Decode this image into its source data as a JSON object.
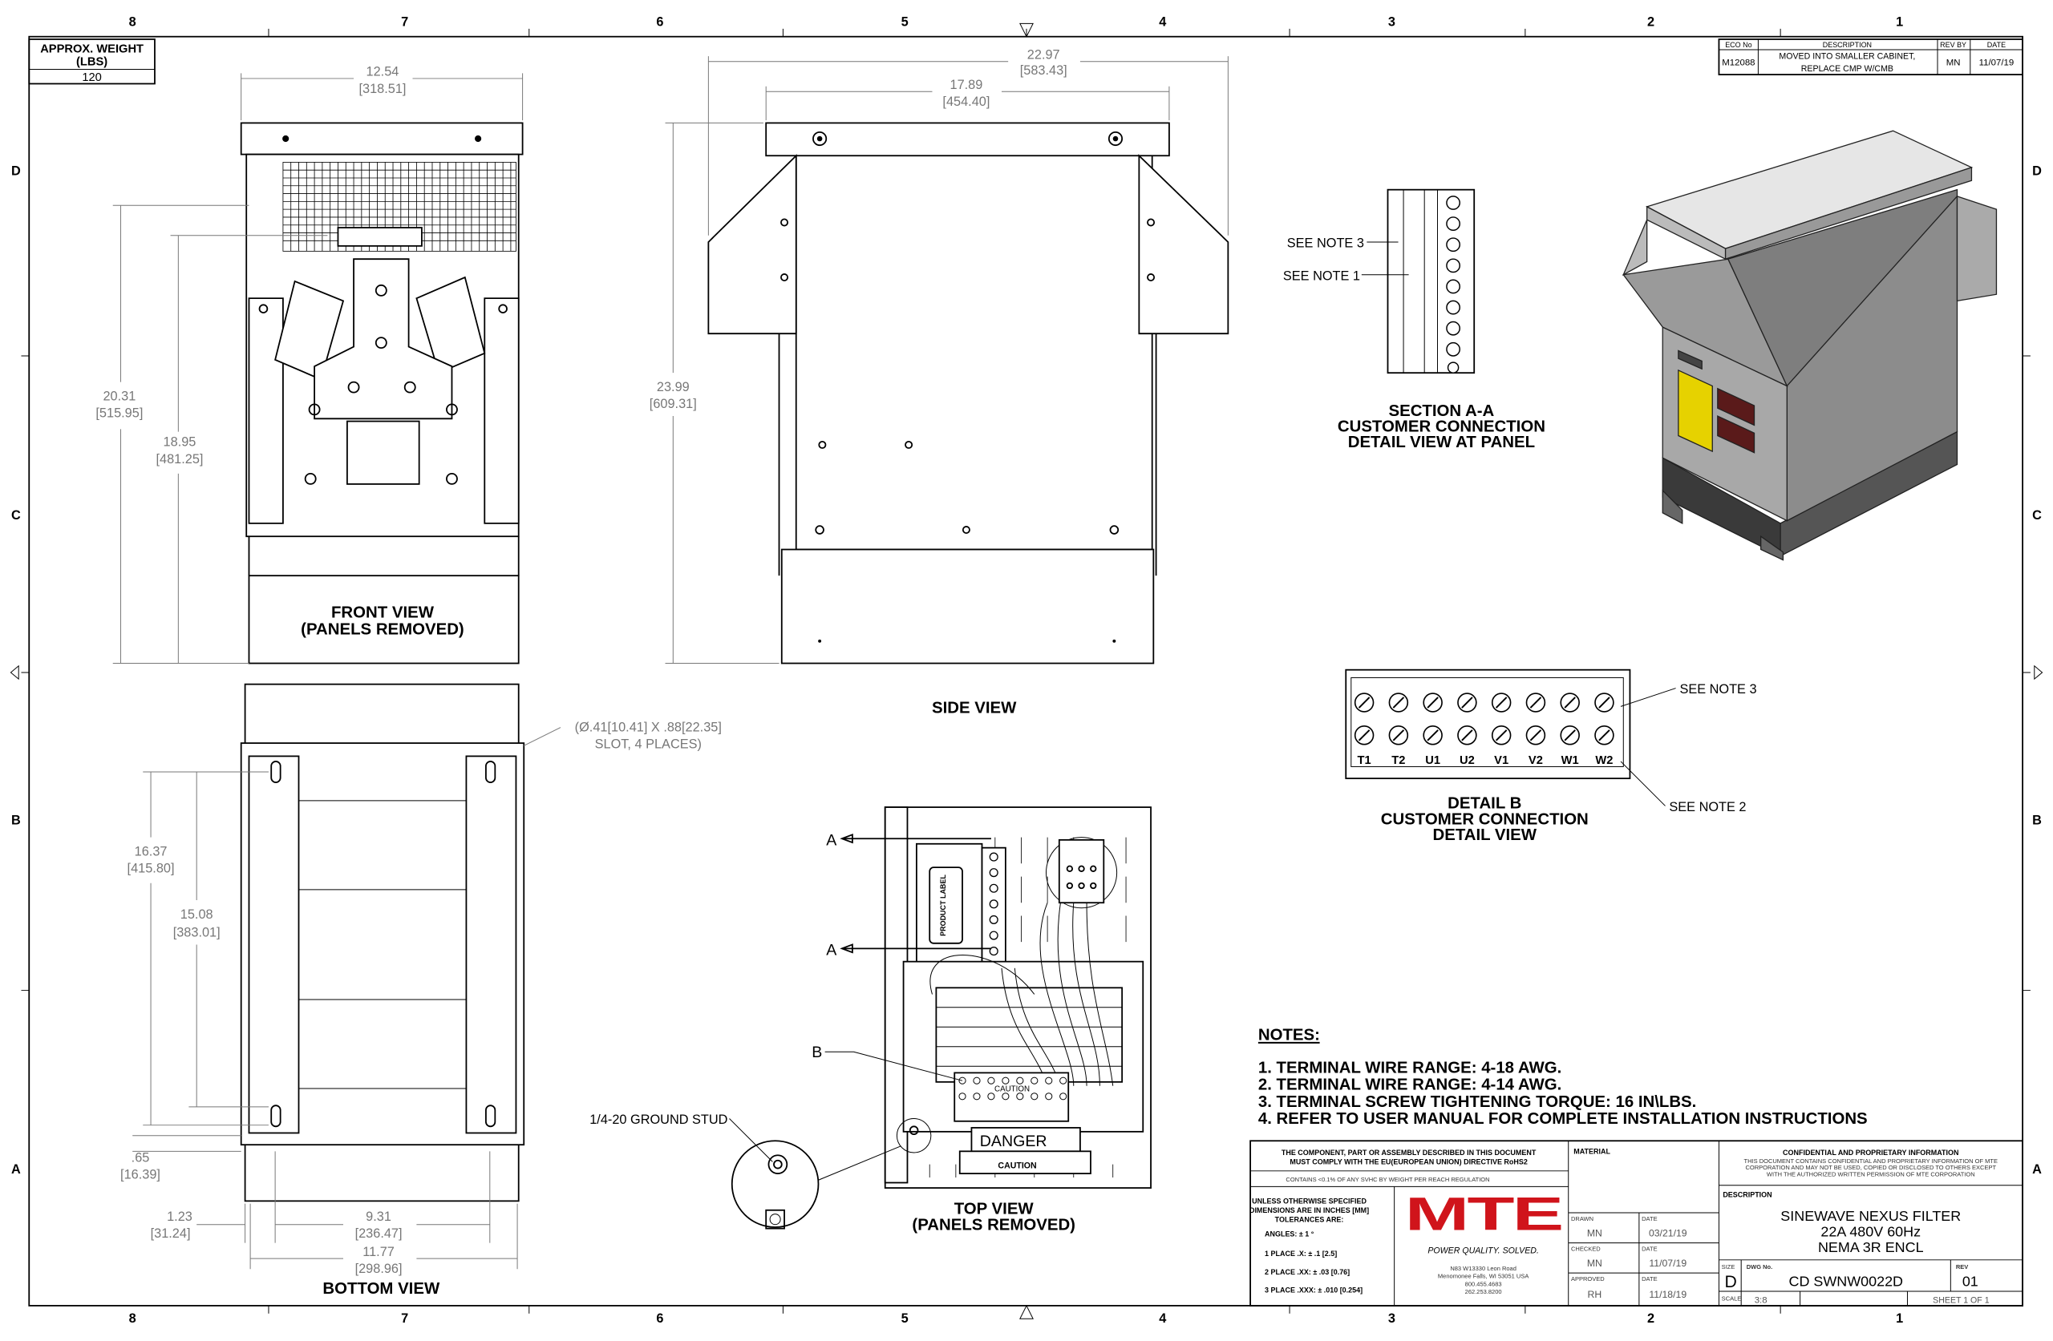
{
  "zones": {
    "columns": [
      "8",
      "7",
      "6",
      "5",
      "4",
      "3",
      "2",
      "1"
    ],
    "rows": [
      "D",
      "C",
      "B",
      "A"
    ]
  },
  "weight": {
    "label_1": "APPROX. WEIGHT",
    "label_2": "(LBS)",
    "value": "120"
  },
  "revision": {
    "headers": {
      "eco": "ECO No",
      "description": "DESCRIPTION",
      "rev_by": "REV BY",
      "date": "DATE"
    },
    "row": {
      "eco": "M12088",
      "description_1": "MOVED INTO SMALLER CABINET,",
      "description_2": "REPLACE CMP W/CMB",
      "rev_by": "MN",
      "date": "11/07/19"
    }
  },
  "front_view": {
    "title_1": "FRONT VIEW",
    "title_2": "(PANELS REMOVED)",
    "dims": {
      "width": "12.54",
      "width_mm": "[318.51]",
      "height": "20.31",
      "height_mm": "[515.95]",
      "inner_height": "18.95",
      "inner_height_mm": "[481.25]"
    }
  },
  "bottom_view": {
    "title": "BOTTOM VIEW",
    "slot_note_1": "(Ø.41[10.41] X .88[22.35]",
    "slot_note_2": "SLOT, 4 PLACES)",
    "dims": {
      "d1": "16.37",
      "d1_mm": "[415.80]",
      "d2": "15.08",
      "d2_mm": "[383.01]",
      "d3": ".65",
      "d3_mm": "[16.39]",
      "d4": "1.23",
      "d4_mm": "[31.24]",
      "d5": "9.31",
      "d5_mm": "[236.47]",
      "d6": "11.77",
      "d6_mm": "[298.96]"
    }
  },
  "side_view": {
    "title": "SIDE VIEW",
    "dims": {
      "overall": "22.97",
      "overall_mm": "[583.43]",
      "inner": "17.89",
      "inner_mm": "[454.40]",
      "height": "23.99",
      "height_mm": "[609.31]"
    }
  },
  "section_aa": {
    "note_3": "SEE NOTE 3",
    "note_1": "SEE NOTE 1",
    "title_1": "SECTION A-A",
    "title_2": "CUSTOMER CONNECTION",
    "title_3": "DETAIL VIEW AT PANEL"
  },
  "detail_b": {
    "terminals": [
      "T1",
      "T2",
      "U1",
      "U2",
      "V1",
      "V2",
      "W1",
      "W2"
    ],
    "note_3": "SEE NOTE 3",
    "note_2": "SEE NOTE 2",
    "title_1": "DETAIL B",
    "title_2": "CUSTOMER CONNECTION",
    "title_3": "DETAIL VIEW"
  },
  "top_view": {
    "title_1": "TOP VIEW",
    "title_2": "(PANELS REMOVED)",
    "section_marker": "A",
    "detail_marker": "B",
    "ground_stud": "1/4-20 GROUND STUD",
    "product_label": "PRODUCT LABEL",
    "danger": "DANGER",
    "caution": "CAUTION"
  },
  "notes": {
    "heading": "NOTES:",
    "items": [
      "1.  TERMINAL WIRE RANGE: 4-18 AWG.",
      "2.  TERMINAL WIRE RANGE: 4-14 AWG.",
      "3.  TERMINAL SCREW TIGHTENING TORQUE: 16 IN\\LBS.",
      "4.  REFER TO USER MANUAL FOR COMPLETE INSTALLATION INSTRUCTIONS"
    ]
  },
  "title_block": {
    "rohs_1": "THE COMPONENT, PART OR ASSEMBLY DESCRIBED IN THIS DOCUMENT",
    "rohs_2": "MUST COMPLY WITH THE EU(EUROPEAN UNION) DIRECTIVE RoHS2",
    "reach": "CONTAINS <0.1% OF ANY SVHC BY WEIGHT PER REACH REGULATION",
    "tol_1": "UNLESS OTHERWISE SPECIFIED",
    "tol_2": "DIMENSIONS ARE IN INCHES [MM]",
    "tol_3": "TOLERANCES ARE:",
    "angles": "ANGLES: ± 1 °",
    "place_1": "1 PLACE .X: ± .1 [2.5]",
    "place_2": "2 PLACE .XX: ± .03 [0.76]",
    "place_3": "3 PLACE .XXX: ± .010 [0.254]",
    "logo": "MTE",
    "tagline": "POWER QUALITY. SOLVED.",
    "address_1": "N83 W13330 Leon Road",
    "address_2": "Menomonee Falls, WI 53051 USA",
    "phone_1": "800.455.4683",
    "phone_2": "262.253.8200",
    "material_label": "MATERIAL",
    "drawn_label": "DRAWN",
    "drawn": "MN",
    "drawn_date_label": "DATE",
    "drawn_date": "03/21/19",
    "checked_label": "CHECKED",
    "checked": "MN",
    "checked_date_label": "DATE",
    "checked_date": "11/07/19",
    "approved_label": "APPROVED",
    "approved": "RH",
    "approved_date_label": "DATE",
    "approved_date": "11/18/19",
    "confidential_title": "CONFIDENTIAL AND PROPRIETARY INFORMATION",
    "confidential_1": "THIS DOCUMENT CONTAINS CONFIDENTIAL AND PROPRIETARY INFORMATION OF MTE",
    "confidential_2": "CORPORATION AND MAY NOT BE USED, COPIED OR DISCLOSED TO OTHERS EXCEPT",
    "confidential_3": "WITH THE AUTHORIZED WRITTEN PERMISSION OF MTE CORPORATION",
    "description_label": "DESCRIPTION",
    "description_1": "SINEWAVE NEXUS FILTER",
    "description_2": "22A 480V 60Hz",
    "description_3": "NEMA 3R ENCL",
    "size_label": "SIZE",
    "size": "D",
    "dwg_label": "DWG No.",
    "dwg": "CD SWNW0022D",
    "rev_label": "REV",
    "rev": "01",
    "scale_label": "SCALE",
    "scale": "3:8",
    "sheet": "SHEET 1  OF 1"
  },
  "colors": {
    "logo_red": "#d0141b",
    "caution_yellow": "#e6d200",
    "dimension_gray": "#777777"
  }
}
